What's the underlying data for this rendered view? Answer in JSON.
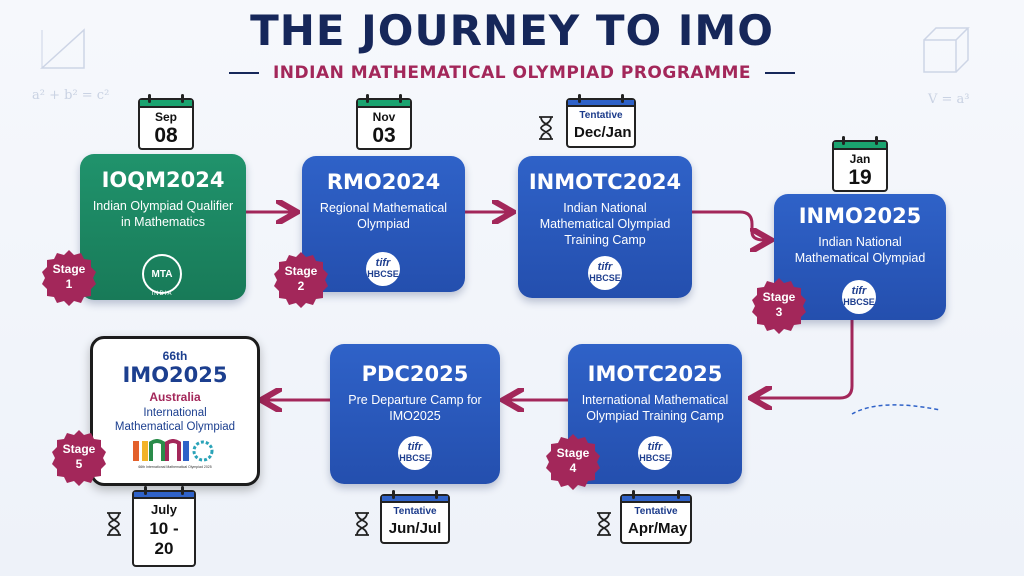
{
  "header": {
    "title": "THE JOURNEY TO IMO",
    "subtitle": "INDIAN MATHEMATICAL OLYMPIAD PROGRAMME"
  },
  "decorations": {
    "formula_left": "a² + b² = c²",
    "formula_right": "V = a³"
  },
  "colors": {
    "title": "#16275a",
    "subtitle": "#a3275a",
    "green_card": "#1f8f68",
    "blue_card": "#2b5cc2",
    "badge": "#a3275a",
    "arrow": "#a3275a"
  },
  "stages": [
    {
      "name": "IOQM2024",
      "desc": "Indian Olympiad Qualifier in Mathematics",
      "badge": [
        "Stage",
        "1"
      ],
      "date": {
        "month": "Sep",
        "day": "08"
      },
      "logo": "MTA",
      "logo_ring": "INDIA"
    },
    {
      "name": "RMO2024",
      "desc": "Regional Mathematical Olympiad",
      "badge": [
        "Stage",
        "2"
      ],
      "date": {
        "month": "Nov",
        "day": "03"
      },
      "logo": [
        "tifr",
        "HBCSE"
      ]
    },
    {
      "name": "INMOTC2024",
      "desc": "Indian National Mathematical Olympiad Training Camp",
      "date": {
        "tentative": "Tentative",
        "value": "Dec/Jan"
      },
      "logo": [
        "tifr",
        "HBCSE"
      ]
    },
    {
      "name": "INMO2025",
      "desc": "Indian National Mathematical Olympiad",
      "badge": [
        "Stage",
        "3"
      ],
      "date": {
        "month": "Jan",
        "day": "19"
      },
      "logo": [
        "tifr",
        "HBCSE"
      ]
    },
    {
      "name": "IMOTC2025",
      "desc": "International Mathematical Olympiad Training Camp",
      "badge": [
        "Stage",
        "4"
      ],
      "date": {
        "tentative": "Tentative",
        "value": "Apr/May"
      },
      "logo": [
        "tifr",
        "HBCSE"
      ]
    },
    {
      "name": "PDC2025",
      "desc": "Pre Departure Camp for IMO2025",
      "date": {
        "tentative": "Tentative",
        "value": "Jun/Jul"
      },
      "logo": [
        "tifr",
        "HBCSE"
      ]
    },
    {
      "edition": "66th",
      "name": "IMO2025",
      "country": "Australia",
      "desc": "International Mathematical Olympiad",
      "badge": [
        "Stage",
        "5"
      ],
      "date": {
        "month": "July",
        "day": "10 - 20"
      },
      "logo_caption": "66th International Mathematical Olympiad 2025"
    }
  ]
}
